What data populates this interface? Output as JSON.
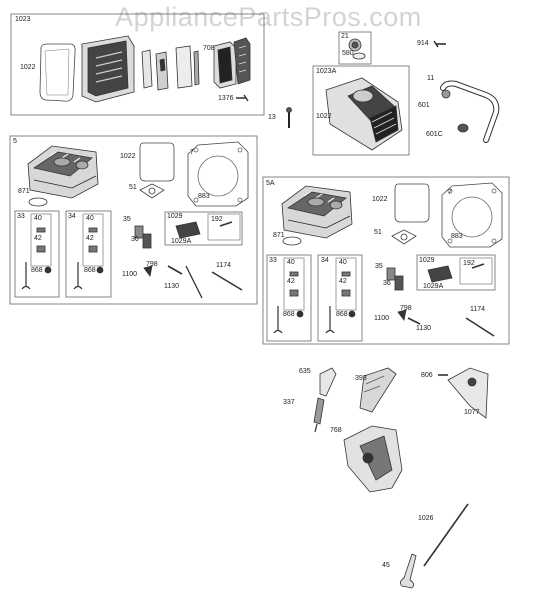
{
  "watermark": "AppliancePartsPros.com",
  "labels": {
    "p1023": "1023",
    "p1022a": "1022",
    "p708": "708",
    "p1376": "1376",
    "p21": "21",
    "p580": "580",
    "p914": "914",
    "p1023A": "1023A",
    "p11": "11",
    "p13": "13",
    "p1022b": "1022",
    "p601": "601",
    "p601C": "601C",
    "p5": "5",
    "p1022c": "1022",
    "p7a": "7",
    "p871a": "871",
    "p51a": "51",
    "p883a": "883",
    "p33a": "33",
    "p40a": "40",
    "p42a": "42",
    "p34a": "34",
    "p40b": "40",
    "p42b": "42",
    "p868a": "868",
    "p868b": "868",
    "p35a": "35",
    "p36a": "36",
    "p1029a": "1029",
    "p192a": "192",
    "p1029Aa": "1029A",
    "p1100a": "1100",
    "p798a": "798",
    "p1130a": "1130",
    "p1174a": "1174",
    "p5A": "5A",
    "p1022d": "1022",
    "p7b": "7",
    "p871b": "871",
    "p51b": "51",
    "p883b": "883",
    "p33b": "33",
    "p40c": "40",
    "p42c": "42",
    "p34b": "34",
    "p40d": "40",
    "p42d": "42",
    "p868c": "868",
    "p868d": "868",
    "p35b": "35",
    "p36b": "36",
    "p1029b": "1029",
    "p192b": "192",
    "p1029Ab": "1029A",
    "p1100b": "1100",
    "p798b": "798",
    "p1130b": "1130",
    "p1174b": "1174",
    "p635": "635",
    "p337": "337",
    "p393": "393",
    "p806": "806",
    "p1077": "1077",
    "p768": "768",
    "p1026": "1026",
    "p45": "45"
  }
}
